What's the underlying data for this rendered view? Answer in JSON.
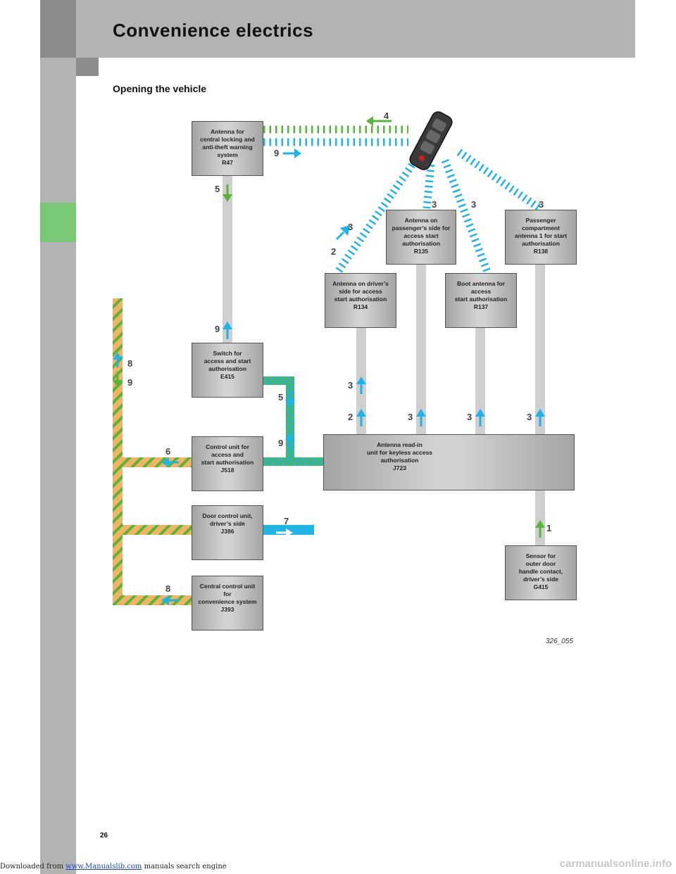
{
  "header": {
    "title": "Convenience electrics",
    "section": "Opening the vehicle"
  },
  "components": {
    "r47": "Antenna for\ncentral locking and\nanti-theft warning\nsystem\nR47",
    "r135": "Antenna on\npassenger’s side for\naccess start\nauthorisation\nR135",
    "r138": "Passenger\ncompartment\nantenna 1 for start\nauthorisation\nR138",
    "r134": "Antenna on driver’s\nside for access\nstart authorisation\nR134",
    "r137": "Boot antenna for\naccess\nstart authorisation\nR137",
    "e415": "Switch for\naccess and start\nauthorisation\nE415",
    "j518": "Control unit for\naccess and\nstart authorisation\nJ518",
    "j723": "Antenna read-in\nunit for keyless access\nauthorisation\nJ723",
    "j386": "Door control unit,\ndriver’s side\nJ386",
    "j393": "Central control unit\nfor\nconvenience system\nJ393",
    "g415": "Sensor for\nouter door\nhandle contact,\ndriver’s side\nG415"
  },
  "steps": {
    "n1": "1",
    "n2": "2",
    "n3": "3",
    "n4": "4",
    "n5": "5",
    "n6": "6",
    "n7": "7",
    "n8": "8",
    "n9": "9"
  },
  "figure_id": "326_055",
  "page_number": "26",
  "footer": {
    "prefix": "Downloaded from ",
    "link": "www.Manualslib.com",
    "suffix": " manuals search engine"
  },
  "watermark": "carmanualsonline.info",
  "colors": {
    "bus_blue": "#1eb4e6",
    "bus_green": "#5ab43c",
    "bus_orange": "#f0b464",
    "line_grey": "#cfcfcf"
  }
}
